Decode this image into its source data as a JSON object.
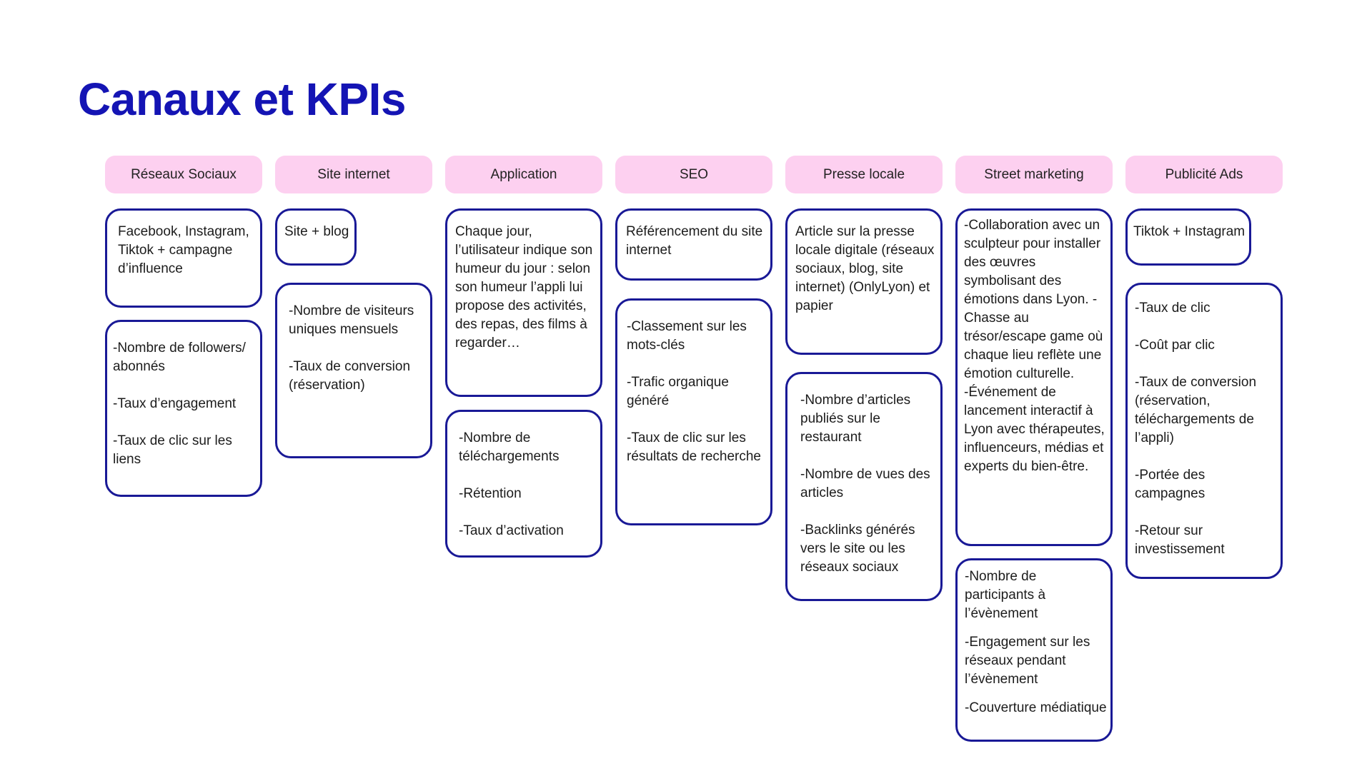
{
  "title": "Canaux et KPIs",
  "channels": [
    {
      "name": "Réseaux Sociaux",
      "description": "Facebook, Instagram, Tiktok + campagne d’influence",
      "kpis": [
        "-Nombre de followers/ abonnés",
        "-Taux d’engagement",
        "-Taux de clic sur les liens"
      ]
    },
    {
      "name": "Site internet",
      "description": "Site + blog",
      "kpis": [
        "-Nombre de visiteurs uniques mensuels",
        "-Taux de conversion (réservation)"
      ]
    },
    {
      "name": "Application",
      "description": "Chaque jour, l’utilisateur indique son humeur du jour : selon son humeur l’appli lui propose des activités, des repas, des films à regarder…",
      "kpis": [
        "-Nombre de téléchargements",
        "-Rétention",
        "-Taux d’activation"
      ]
    },
    {
      "name": "SEO",
      "description": "Référencement du site internet",
      "kpis": [
        "-Classement sur les mots-clés",
        "-Trafic organique généré",
        "-Taux de clic sur les résultats de recherche"
      ]
    },
    {
      "name": "Presse locale",
      "description": "Article sur la presse locale digitale (réseaux sociaux, blog, site internet) (OnlyLyon) et papier",
      "kpis": [
        "-Nombre d’articles publiés sur le restaurant",
        "-Nombre de vues des articles",
        "-Backlinks générés vers le site ou les réseaux sociaux"
      ]
    },
    {
      "name": "Street marketing",
      "description": "-Collaboration avec un sculpteur pour installer des œuvres symbolisant des émotions dans Lyon. -Chasse au trésor/escape game où chaque lieu reflète une émotion culturelle. -Événement de lancement interactif à Lyon avec thérapeutes, influenceurs, médias et experts du bien-être.",
      "kpis": [
        "-Nombre de participants à l’évènement",
        "-Engagement sur les réseaux pendant l’évènement",
        "-Couverture médiatique"
      ]
    },
    {
      "name": "Publicité Ads",
      "description": "Tiktok + Instagram",
      "kpis": [
        "-Taux de clic",
        "-Coût par clic",
        "-Taux de conversion (réservation, téléchargements de l’appli)",
        "-Portée des campagnes",
        "-Retour sur investissement"
      ]
    }
  ]
}
